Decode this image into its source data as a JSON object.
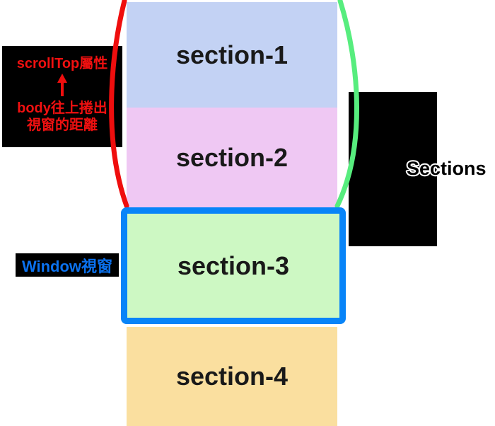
{
  "diagram": {
    "scroll_annotation": {
      "title": "scrollTop屬性",
      "arrow_icon": "up-arrow",
      "desc_line1": "body往上捲出",
      "desc_line2": "視窗的距離"
    },
    "window_label": "Window視窗",
    "sections_overflow_label": "Sections",
    "sections": [
      {
        "label": "section-1",
        "color": "#c3d2f4"
      },
      {
        "label": "section-2",
        "color": "#efc8f3"
      },
      {
        "label": "section-3",
        "color": "#cdf8c3"
      },
      {
        "label": "section-4",
        "color": "#fadf9f"
      }
    ],
    "colors": {
      "annotation_text_red": "#f01010",
      "window_label_text": "#0b72ef",
      "viewport_border": "#0884f8",
      "scrolled_arc_left": "#ef0e0e",
      "scrolled_arc_right": "#57ed7e",
      "label_background": "#000000",
      "section_text": "#191919"
    }
  }
}
